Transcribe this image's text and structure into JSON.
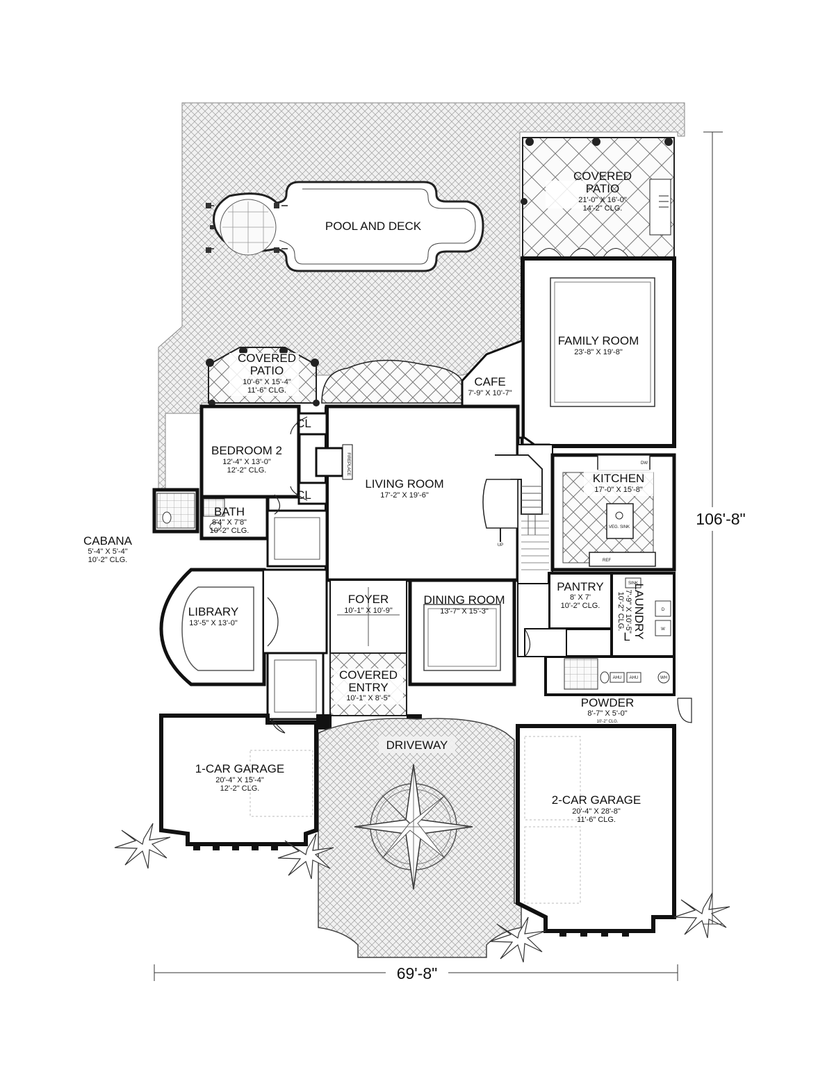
{
  "overall": {
    "width": "69'-8\"",
    "depth": "106'-8\""
  },
  "rooms": {
    "pool": {
      "name": "POOL AND DECK"
    },
    "covered_patio_rear": {
      "name": [
        "COVERED",
        "PATIO"
      ],
      "size": "21'-0\" X 16'-0\"",
      "clg": "14'-2\" CLG."
    },
    "family_room": {
      "name": "FAMILY ROOM",
      "size": "23'-8\" X 19'-8\""
    },
    "covered_patio_side": {
      "name": [
        "COVERED",
        "PATIO"
      ],
      "size": "10'-6\" X 15'-4\"",
      "clg": "11'-6\" CLG."
    },
    "cafe": {
      "name": "CAFE",
      "size": "7'-9\" X 10'-7\""
    },
    "bedroom2": {
      "name": "BEDROOM 2",
      "size": "12'-4\" X 13'-0\"",
      "clg": "12'-2\" CLG."
    },
    "living_room": {
      "name": "LIVING ROOM",
      "size": "17'-2\" X 19'-6\""
    },
    "kitchen": {
      "name": "KITCHEN",
      "size": "17'-0\" X 15'-8\""
    },
    "bath": {
      "name": "BATH",
      "size": "8'4\" X 7'8\"",
      "clg": "10'-2\" CLG."
    },
    "cabana": {
      "name": "CABANA",
      "size": "5'-4\" X 5'-4\"",
      "clg": "10'-2\" CLG."
    },
    "pantry": {
      "name": "PANTRY",
      "size": "8' X 7'",
      "clg": "10'-2\" CLG."
    },
    "laundry": {
      "name": "LAUNDRY",
      "size": "7'-9\" X 10'-5\"",
      "clg": "10'-2\" CLG."
    },
    "library": {
      "name": "LIBRARY",
      "size": "13'-5\" X 13'-0\""
    },
    "foyer": {
      "name": "FOYER",
      "size": "10'-1\" X 10'-9\""
    },
    "dining_room": {
      "name": "DINING ROOM",
      "size": "13'-7\" X 15'-3\""
    },
    "covered_entry": {
      "name": [
        "COVERED",
        "ENTRY"
      ],
      "size": "10'-1\" X 8'-5\""
    },
    "powder": {
      "name": "POWDER",
      "size": "8'-7\" X 5'-0\"",
      "clg": "10'-2\" CLG."
    },
    "driveway": {
      "name": "DRIVEWAY"
    },
    "garage1": {
      "name": "1-CAR GARAGE",
      "size": "20'-4\" X 15'-4\"",
      "clg": "12'-2\" CLG."
    },
    "garage2": {
      "name": "2-CAR GARAGE",
      "size": "20'-4\" X 28'-8\"",
      "clg": "11'-6\" CLG."
    }
  },
  "tags": {
    "closet": "CL",
    "fireplace": "FIREPLACE",
    "stair_up": "UP",
    "ref": "REF",
    "dw": "DW",
    "veg_sink": "VEG. SINK",
    "sink": "SINK",
    "washer": "W",
    "dryer": "D",
    "linen": "L",
    "ahu": "AHU",
    "wh": "WH"
  }
}
